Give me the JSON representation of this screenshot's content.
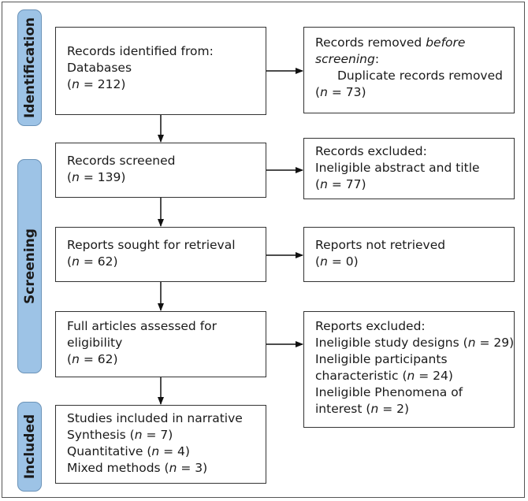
{
  "phases": {
    "identification": "Identification",
    "screening": "Screening",
    "included": "Included"
  },
  "identified": {
    "line1": "Records identified from:",
    "line2": "Databases",
    "n": "n",
    "value": " = 212)"
  },
  "removed": {
    "line1a": "Records removed ",
    "line1b": "before",
    "line2a": "screening",
    "line2b": ":",
    "line3": "Duplicate records removed",
    "n": "n",
    "value": " = 73)"
  },
  "screened": {
    "line1": "Records screened",
    "n": "n",
    "value": " = 139)"
  },
  "excluded": {
    "line1": "Records excluded:",
    "line2": "Ineligible abstract and title",
    "n": "n",
    "value": " = 77)"
  },
  "sought": {
    "line1": "Reports sought for retrieval",
    "n": "n",
    "value": " = 62)"
  },
  "not_retrieved": {
    "line1": "Reports not retrieved",
    "n": "n",
    "value": " = 0)"
  },
  "assessed": {
    "line1": "Full articles assessed for",
    "line2": "eligibility",
    "n": "n",
    "value": " = 62)"
  },
  "reports_excluded": {
    "line1": "Reports excluded:",
    "line2a": "Ineligible study designs (",
    "n1": "n",
    "line2b": " = 29)",
    "line3": "Ineligible participants",
    "line4a": "characteristic (",
    "n2": "n",
    "line4b": " = 24)",
    "line5": "Ineligible Phenomena of",
    "line6a": "interest (",
    "n3": "n",
    "line6b": " = 2)"
  },
  "included": {
    "line1": "Studies included in narrative",
    "line2a": "Synthesis (",
    "n1": "n",
    "line2b": " = 7)",
    "line3a": "Quantitative (",
    "n2": "n",
    "line3b": " = 4)",
    "line4a": "Mixed methods (",
    "n3": "n",
    "line4b": " = 3)"
  }
}
